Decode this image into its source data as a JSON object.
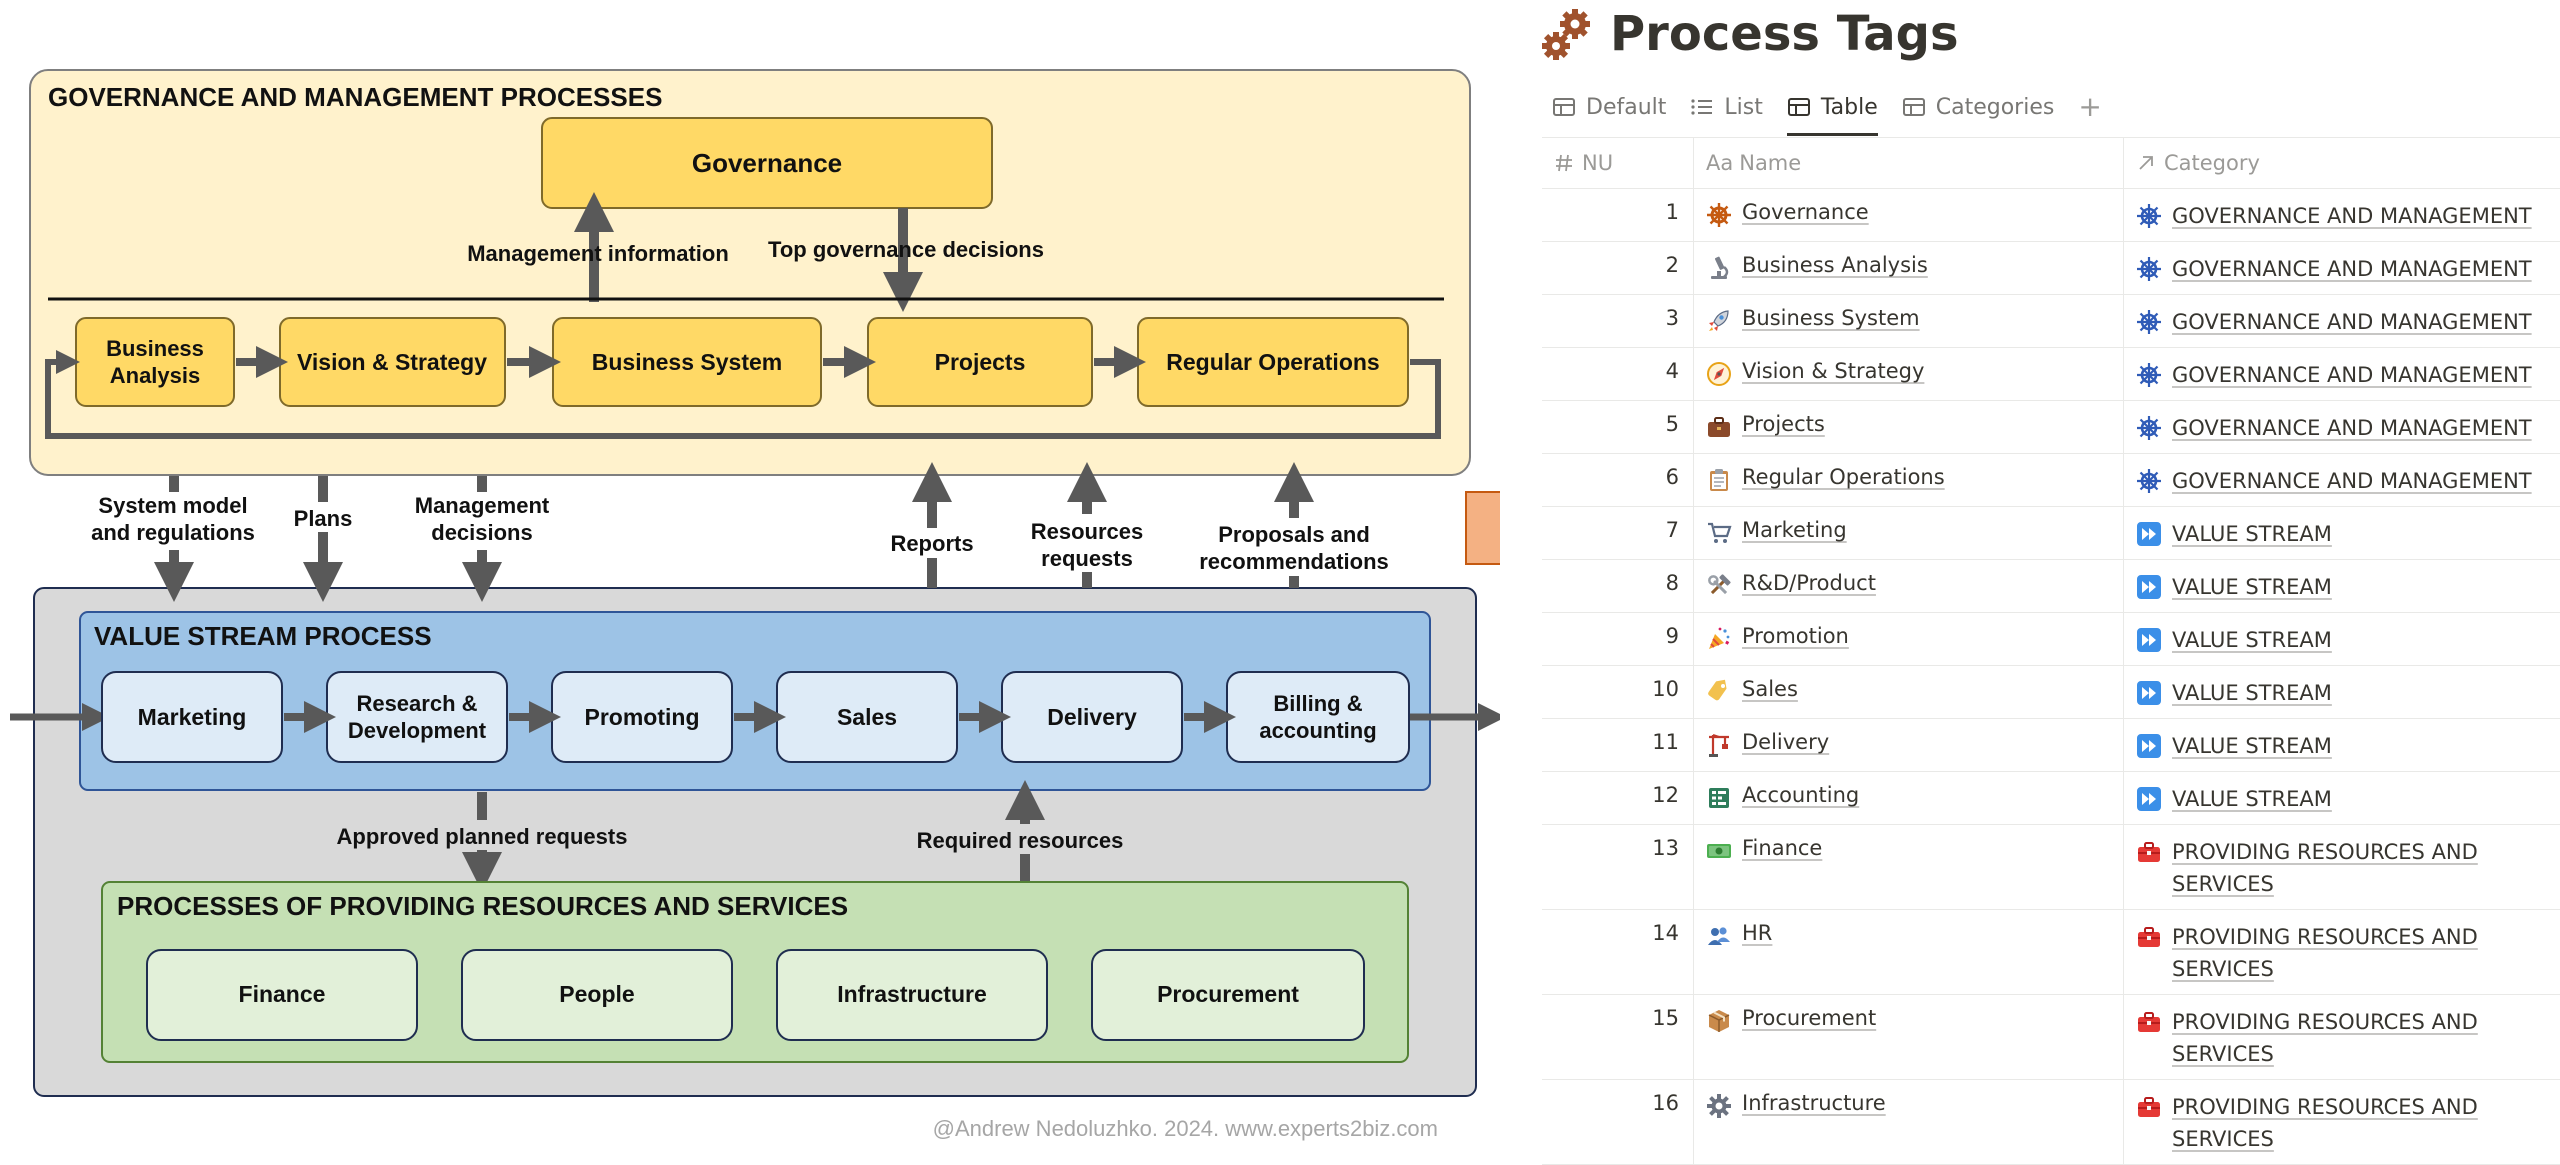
{
  "diagram": {
    "governance_section": {
      "title": "GOVERNANCE AND MANAGEMENT PROCESSES",
      "governance_box": "Governance",
      "management_information": "Management information",
      "top_governance_decisions": "Top governance decisions",
      "processes": [
        {
          "line1": "Business",
          "line2": "Analysis"
        },
        {
          "line1": "Vision & Strategy",
          "line2": ""
        },
        {
          "line1": "Business System",
          "line2": ""
        },
        {
          "line1": "Projects",
          "line2": ""
        },
        {
          "line1": "Regular Operations",
          "line2": ""
        }
      ]
    },
    "flows_down": [
      {
        "line1": "System model",
        "line2": "and regulations"
      },
      {
        "line1": "Plans",
        "line2": ""
      },
      {
        "line1": "Management",
        "line2": "decisions"
      }
    ],
    "flows_up": [
      {
        "line1": "Reports",
        "line2": ""
      },
      {
        "line1": "Resources",
        "line2": "requests"
      },
      {
        "line1": "Proposals and",
        "line2": "recommendations"
      }
    ],
    "value_stream": {
      "title": "VALUE STREAM PROCESS",
      "processes": [
        {
          "line1": "Marketing",
          "line2": ""
        },
        {
          "line1": "Research &",
          "line2": "Development"
        },
        {
          "line1": "Promoting",
          "line2": ""
        },
        {
          "line1": "Sales",
          "line2": ""
        },
        {
          "line1": "Delivery",
          "line2": ""
        },
        {
          "line1": "Billing &",
          "line2": "accounting"
        }
      ]
    },
    "approved_planned_requests": "Approved planned requests",
    "required_resources": "Required resources",
    "resources_section": {
      "title": "PROCESSES OF PROVIDING RESOURCES AND SERVICES",
      "processes": [
        "Finance",
        "People",
        "Infrastructure",
        "Procurement"
      ]
    },
    "credit": "@Andrew Nedoluzhko. 2024. www.experts2biz.com",
    "colors": {
      "governance_bg": "#fff2cc",
      "process_yellow": "#ffd966",
      "value_bg": "#9dc3e6",
      "value_box": "#deebf7",
      "resources_bg": "#c5e0b4",
      "resources_box": "#e2f0d9",
      "outer_gray": "#d9d9d9",
      "arrow_gray": "#595959",
      "big_arrow": "#f4b183"
    }
  },
  "database": {
    "title": "Process Tags",
    "title_icon": "gears-icon",
    "tabs": [
      {
        "label": "Default",
        "icon": "table-icon",
        "active": false
      },
      {
        "label": "List",
        "icon": "list-icon",
        "active": false
      },
      {
        "label": "Table",
        "icon": "table-icon",
        "active": true
      },
      {
        "label": "Categories",
        "icon": "table-icon",
        "active": false
      }
    ],
    "add_tab": "+",
    "columns": [
      {
        "label": "NU",
        "icon": "hash-icon"
      },
      {
        "label": "Name",
        "icon": "text-aa-icon",
        "prefix": "Aa"
      },
      {
        "label": "Category",
        "icon": "relation-arrow-icon"
      }
    ],
    "rows": [
      {
        "nu": "1",
        "name": "Governance",
        "icon": "helm-icon",
        "category": "GOVERNANCE AND MANAGEMENT",
        "cat_icon": "wheel-icon"
      },
      {
        "nu": "2",
        "name": "Business Analysis",
        "icon": "microscope-icon",
        "category": "GOVERNANCE AND MANAGEMENT",
        "cat_icon": "wheel-icon"
      },
      {
        "nu": "3",
        "name": "Business System",
        "icon": "rocket-icon",
        "category": "GOVERNANCE AND MANAGEMENT",
        "cat_icon": "wheel-icon"
      },
      {
        "nu": "4",
        "name": "Vision & Strategy",
        "icon": "compass-icon",
        "category": "GOVERNANCE AND MANAGEMENT",
        "cat_icon": "wheel-icon"
      },
      {
        "nu": "5",
        "name": "Projects",
        "icon": "briefcase-icon",
        "category": "GOVERNANCE AND MANAGEMENT",
        "cat_icon": "wheel-icon"
      },
      {
        "nu": "6",
        "name": "Regular Operations",
        "icon": "clipboard-icon",
        "category": "GOVERNANCE AND MANAGEMENT",
        "cat_icon": "wheel-icon"
      },
      {
        "nu": "7",
        "name": "Marketing",
        "icon": "cart-icon",
        "category": "VALUE STREAM",
        "cat_icon": "fast-forward-icon"
      },
      {
        "nu": "8",
        "name": "R&D/Product",
        "icon": "tools-icon",
        "category": "VALUE STREAM",
        "cat_icon": "fast-forward-icon"
      },
      {
        "nu": "9",
        "name": "Promotion",
        "icon": "party-popper-icon",
        "category": "VALUE STREAM",
        "cat_icon": "fast-forward-icon"
      },
      {
        "nu": "10",
        "name": "Sales",
        "icon": "tag-icon",
        "category": "VALUE STREAM",
        "cat_icon": "fast-forward-icon"
      },
      {
        "nu": "11",
        "name": "Delivery",
        "icon": "crane-icon",
        "category": "VALUE STREAM",
        "cat_icon": "fast-forward-icon"
      },
      {
        "nu": "12",
        "name": "Accounting",
        "icon": "abacus-icon",
        "category": "VALUE STREAM",
        "cat_icon": "fast-forward-icon"
      },
      {
        "nu": "13",
        "name": "Finance",
        "icon": "banknote-icon",
        "category": "PROVIDING RESOURCES AND SERVICES",
        "cat_icon": "toolbox-icon"
      },
      {
        "nu": "14",
        "name": "HR",
        "icon": "people-icon",
        "category": "PROVIDING RESOURCES AND SERVICES",
        "cat_icon": "toolbox-icon"
      },
      {
        "nu": "15",
        "name": "Procurement",
        "icon": "package-icon",
        "category": "PROVIDING RESOURCES AND SERVICES",
        "cat_icon": "toolbox-icon"
      },
      {
        "nu": "16",
        "name": "Infrastructure",
        "icon": "gear-icon",
        "category": "PROVIDING RESOURCES AND SERVICES",
        "cat_icon": "toolbox-icon"
      }
    ]
  }
}
